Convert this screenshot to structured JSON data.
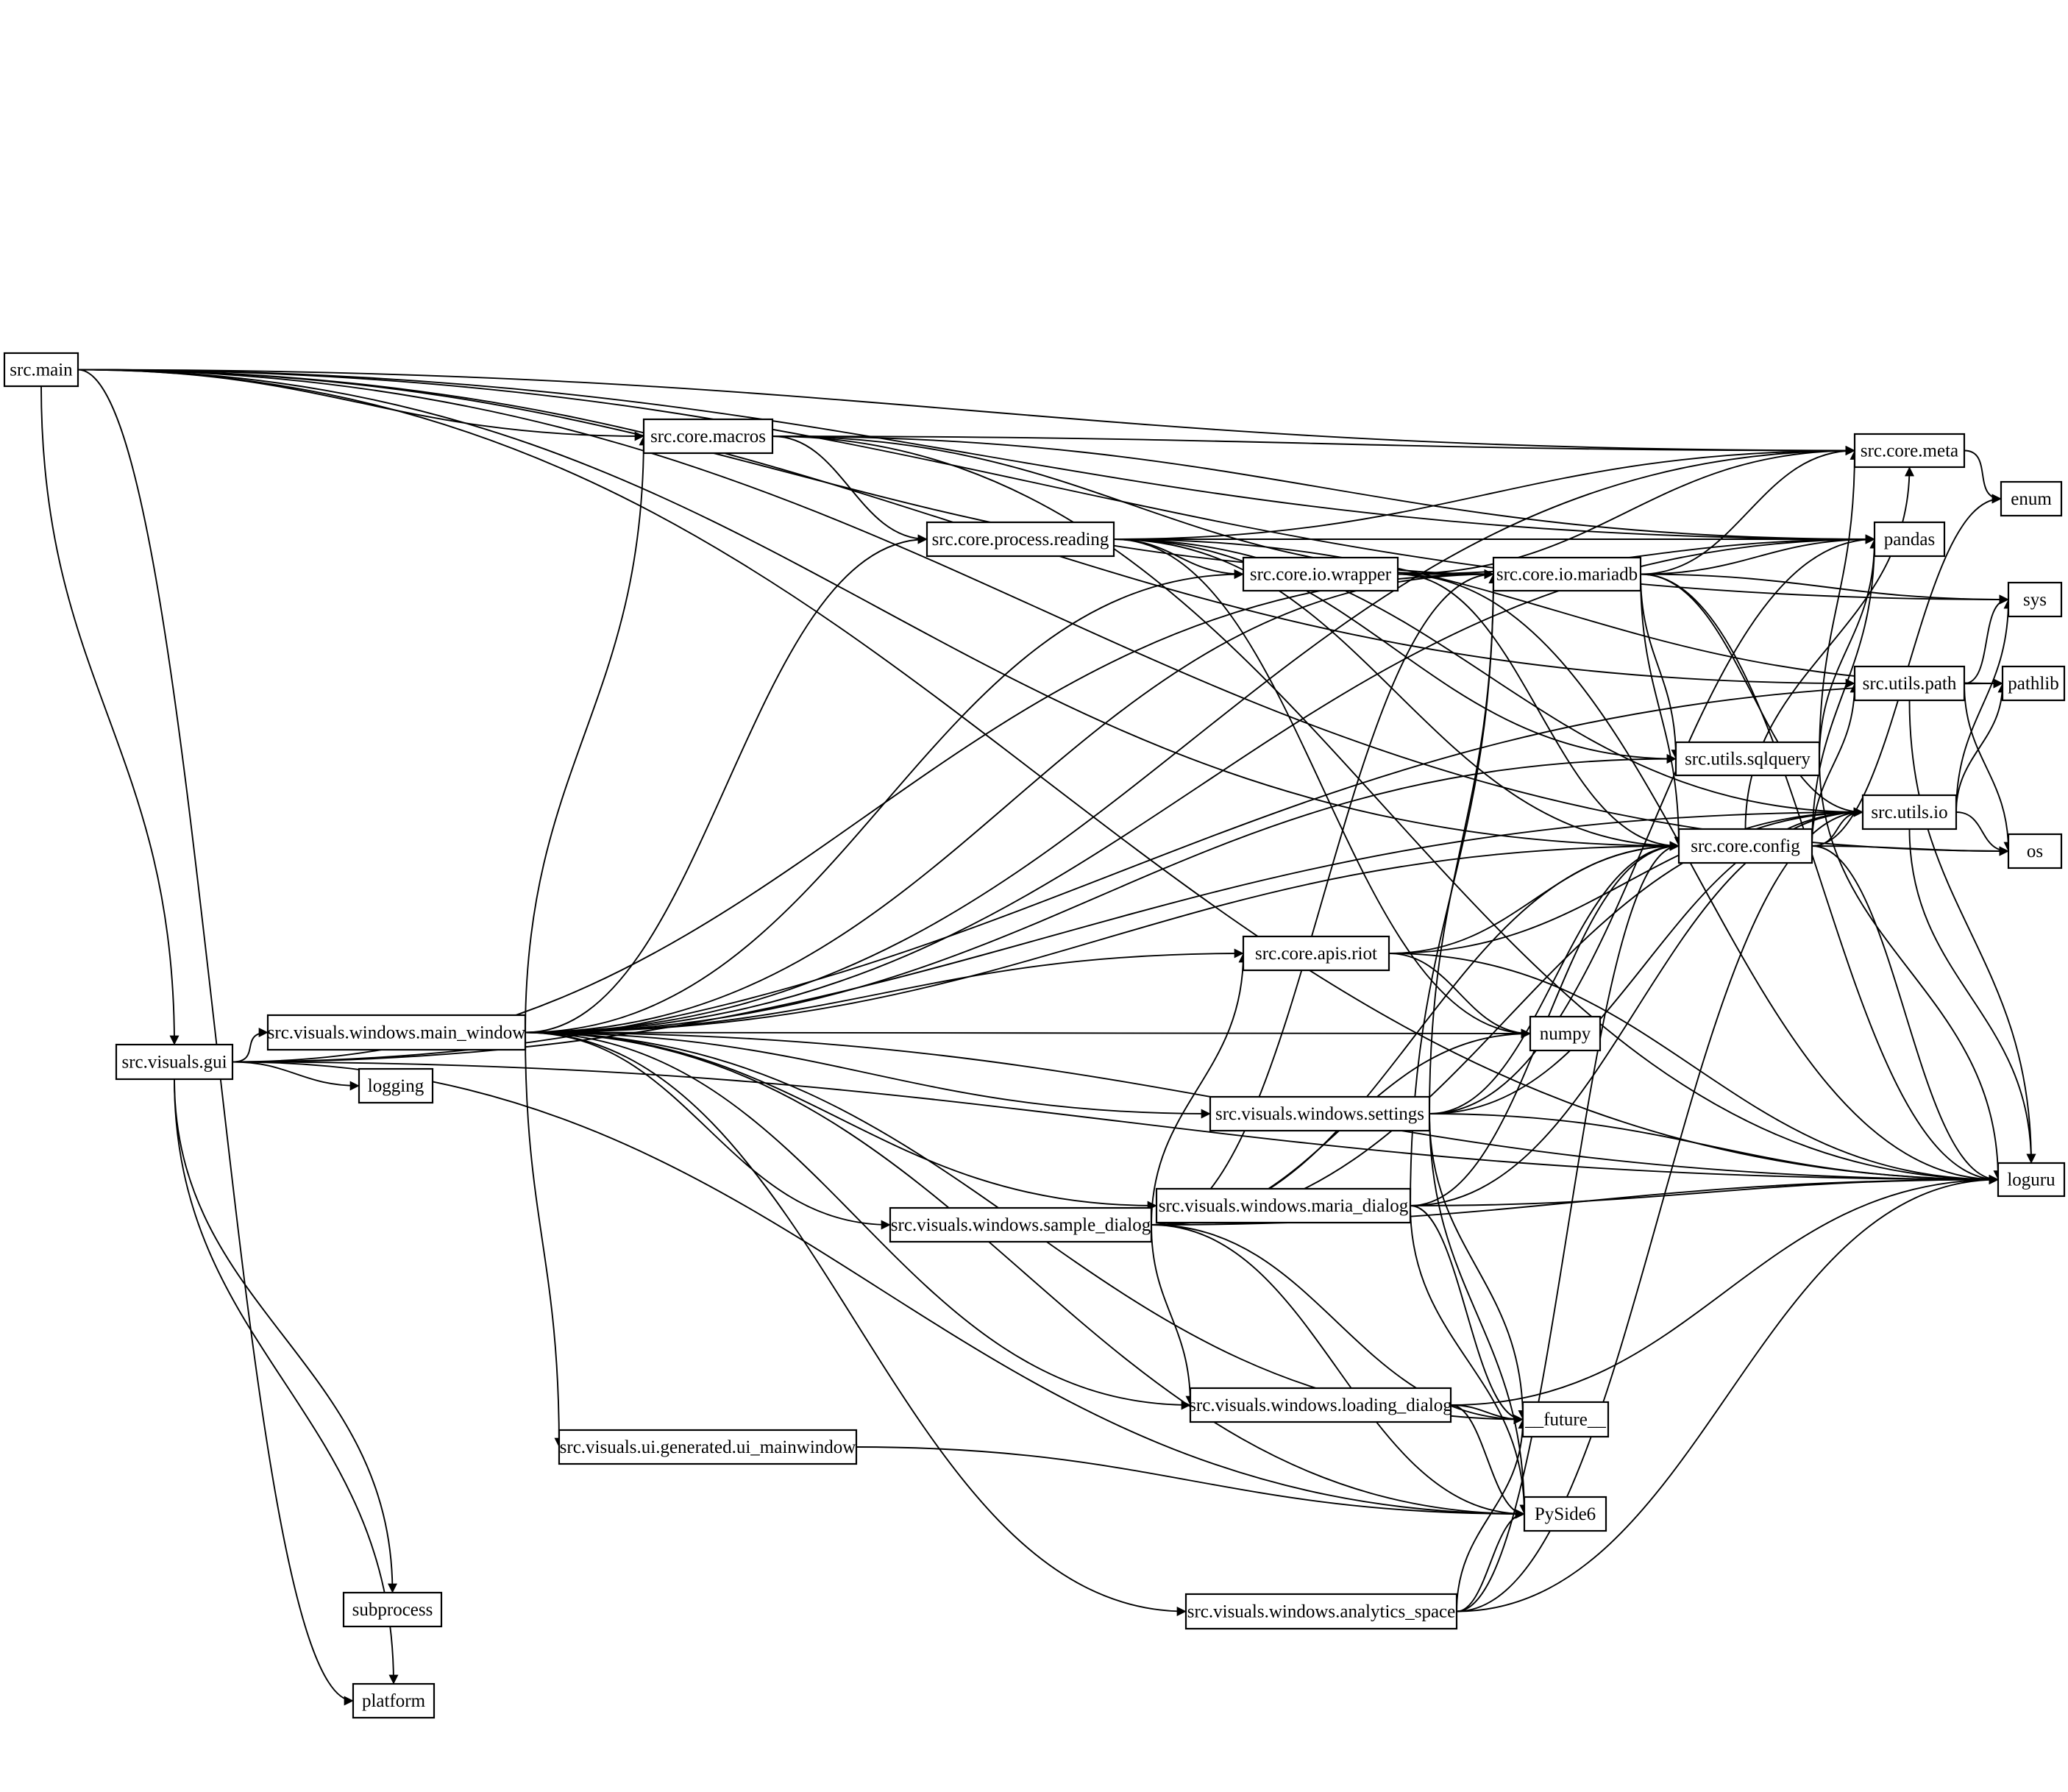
{
  "nodes": [
    {
      "id": "main",
      "label": "src.main"
    },
    {
      "id": "gui",
      "label": "src.visuals.gui"
    },
    {
      "id": "macros",
      "label": "src.core.macros"
    },
    {
      "id": "reading",
      "label": "src.core.process.reading"
    },
    {
      "id": "mainwin",
      "label": "src.visuals.windows.main_window"
    },
    {
      "id": "wrapper",
      "label": "src.core.io.wrapper"
    },
    {
      "id": "mariadb",
      "label": "src.core.io.mariadb"
    },
    {
      "id": "riot",
      "label": "src.core.apis.riot"
    },
    {
      "id": "settings",
      "label": "src.visuals.windows.settings"
    },
    {
      "id": "maria",
      "label": "src.visuals.windows.maria_dialog"
    },
    {
      "id": "sample",
      "label": "src.visuals.windows.sample_dialog"
    },
    {
      "id": "loading",
      "label": "src.visuals.windows.loading_dialog"
    },
    {
      "id": "uimain",
      "label": "src.visuals.ui.generated.ui_mainwindow"
    },
    {
      "id": "analytics",
      "label": "src.visuals.windows.analytics_space"
    },
    {
      "id": "sqlquery",
      "label": "src.utils.sqlquery"
    },
    {
      "id": "config",
      "label": "src.core.config"
    },
    {
      "id": "meta",
      "label": "src.core.meta"
    },
    {
      "id": "pandas",
      "label": "pandas"
    },
    {
      "id": "upath",
      "label": "src.utils.path"
    },
    {
      "id": "uio",
      "label": "src.utils.io"
    },
    {
      "id": "enum",
      "label": "enum"
    },
    {
      "id": "sys",
      "label": "sys"
    },
    {
      "id": "pathlib",
      "label": "pathlib"
    },
    {
      "id": "os",
      "label": "os"
    },
    {
      "id": "loguru",
      "label": "loguru"
    },
    {
      "id": "numpy",
      "label": "numpy"
    },
    {
      "id": "future",
      "label": "__future__"
    },
    {
      "id": "pyside",
      "label": "PySide6"
    },
    {
      "id": "logging",
      "label": "logging"
    },
    {
      "id": "subprocess",
      "label": "subprocess"
    },
    {
      "id": "platform",
      "label": "platform"
    }
  ],
  "edges": [
    {
      "from": "main",
      "to": "macros"
    },
    {
      "from": "main",
      "to": "gui"
    },
    {
      "from": "main",
      "to": "meta"
    },
    {
      "from": "main",
      "to": "pandas"
    },
    {
      "from": "main",
      "to": "sys"
    },
    {
      "from": "main",
      "to": "mariadb"
    },
    {
      "from": "main",
      "to": "upath"
    },
    {
      "from": "main",
      "to": "config"
    },
    {
      "from": "main",
      "to": "loguru"
    },
    {
      "from": "main",
      "to": "platform"
    },
    {
      "from": "main",
      "to": "os"
    },
    {
      "from": "gui",
      "to": "mainwin"
    },
    {
      "from": "gui",
      "to": "logging"
    },
    {
      "from": "gui",
      "to": "subprocess"
    },
    {
      "from": "gui",
      "to": "platform"
    },
    {
      "from": "gui",
      "to": "pyside"
    },
    {
      "from": "gui",
      "to": "uio"
    },
    {
      "from": "gui",
      "to": "mariadb"
    },
    {
      "from": "gui",
      "to": "loguru"
    },
    {
      "from": "gui",
      "to": "pathlib"
    },
    {
      "from": "macros",
      "to": "reading"
    },
    {
      "from": "macros",
      "to": "mariadb"
    },
    {
      "from": "macros",
      "to": "pandas"
    },
    {
      "from": "macros",
      "to": "meta"
    },
    {
      "from": "macros",
      "to": "loguru"
    },
    {
      "from": "reading",
      "to": "wrapper"
    },
    {
      "from": "reading",
      "to": "config"
    },
    {
      "from": "reading",
      "to": "meta"
    },
    {
      "from": "reading",
      "to": "pandas"
    },
    {
      "from": "reading",
      "to": "numpy"
    },
    {
      "from": "reading",
      "to": "uio"
    },
    {
      "from": "reading",
      "to": "sqlquery"
    },
    {
      "from": "reading",
      "to": "pathlib"
    },
    {
      "from": "mainwin",
      "to": "macros"
    },
    {
      "from": "mainwin",
      "to": "reading"
    },
    {
      "from": "mainwin",
      "to": "wrapper"
    },
    {
      "from": "mainwin",
      "to": "mariadb"
    },
    {
      "from": "mainwin",
      "to": "sqlquery"
    },
    {
      "from": "mainwin",
      "to": "config"
    },
    {
      "from": "mainwin",
      "to": "riot"
    },
    {
      "from": "mainwin",
      "to": "numpy"
    },
    {
      "from": "mainwin",
      "to": "settings"
    },
    {
      "from": "mainwin",
      "to": "maria"
    },
    {
      "from": "mainwin",
      "to": "sample"
    },
    {
      "from": "mainwin",
      "to": "loading"
    },
    {
      "from": "mainwin",
      "to": "uimain"
    },
    {
      "from": "mainwin",
      "to": "analytics"
    },
    {
      "from": "mainwin",
      "to": "pyside"
    },
    {
      "from": "mainwin",
      "to": "future"
    },
    {
      "from": "mainwin",
      "to": "loguru"
    },
    {
      "from": "mainwin",
      "to": "meta"
    },
    {
      "from": "mainwin",
      "to": "pandas"
    },
    {
      "from": "wrapper",
      "to": "mariadb"
    },
    {
      "from": "wrapper",
      "to": "pandas"
    },
    {
      "from": "wrapper",
      "to": "config"
    },
    {
      "from": "wrapper",
      "to": "meta"
    },
    {
      "from": "wrapper",
      "to": "loguru"
    },
    {
      "from": "mariadb",
      "to": "config"
    },
    {
      "from": "mariadb",
      "to": "sqlquery"
    },
    {
      "from": "mariadb",
      "to": "meta"
    },
    {
      "from": "mariadb",
      "to": "pandas"
    },
    {
      "from": "mariadb",
      "to": "sys"
    },
    {
      "from": "mariadb",
      "to": "uio"
    },
    {
      "from": "mariadb",
      "to": "loguru"
    },
    {
      "from": "riot",
      "to": "config"
    },
    {
      "from": "riot",
      "to": "uio"
    },
    {
      "from": "riot",
      "to": "numpy"
    },
    {
      "from": "riot",
      "to": "loguru"
    },
    {
      "from": "settings",
      "to": "mariadb"
    },
    {
      "from": "settings",
      "to": "config"
    },
    {
      "from": "settings",
      "to": "uio"
    },
    {
      "from": "settings",
      "to": "loguru"
    },
    {
      "from": "settings",
      "to": "future"
    },
    {
      "from": "settings",
      "to": "pyside"
    },
    {
      "from": "settings",
      "to": "pandas"
    },
    {
      "from": "maria",
      "to": "mariadb"
    },
    {
      "from": "maria",
      "to": "config"
    },
    {
      "from": "maria",
      "to": "uio"
    },
    {
      "from": "maria",
      "to": "loguru"
    },
    {
      "from": "maria",
      "to": "future"
    },
    {
      "from": "maria",
      "to": "pyside"
    },
    {
      "from": "sample",
      "to": "riot"
    },
    {
      "from": "sample",
      "to": "mariadb"
    },
    {
      "from": "sample",
      "to": "numpy"
    },
    {
      "from": "sample",
      "to": "config"
    },
    {
      "from": "sample",
      "to": "uio"
    },
    {
      "from": "sample",
      "to": "loguru"
    },
    {
      "from": "sample",
      "to": "loading"
    },
    {
      "from": "sample",
      "to": "future"
    },
    {
      "from": "sample",
      "to": "pyside"
    },
    {
      "from": "loading",
      "to": "future"
    },
    {
      "from": "loading",
      "to": "pyside"
    },
    {
      "from": "loading",
      "to": "loguru"
    },
    {
      "from": "uimain",
      "to": "pyside"
    },
    {
      "from": "analytics",
      "to": "pyside"
    },
    {
      "from": "analytics",
      "to": "future"
    },
    {
      "from": "analytics",
      "to": "config"
    },
    {
      "from": "analytics",
      "to": "uio"
    },
    {
      "from": "analytics",
      "to": "loguru"
    },
    {
      "from": "sqlquery",
      "to": "meta"
    },
    {
      "from": "sqlquery",
      "to": "pandas"
    },
    {
      "from": "sqlquery",
      "to": "loguru"
    },
    {
      "from": "config",
      "to": "upath"
    },
    {
      "from": "config",
      "to": "uio"
    },
    {
      "from": "config",
      "to": "meta"
    },
    {
      "from": "config",
      "to": "enum"
    },
    {
      "from": "config",
      "to": "os"
    },
    {
      "from": "config",
      "to": "loguru"
    },
    {
      "from": "config",
      "to": "pandas"
    },
    {
      "from": "meta",
      "to": "enum"
    },
    {
      "from": "upath",
      "to": "sys"
    },
    {
      "from": "upath",
      "to": "pathlib"
    },
    {
      "from": "upath",
      "to": "os"
    },
    {
      "from": "upath",
      "to": "loguru"
    },
    {
      "from": "uio",
      "to": "os"
    },
    {
      "from": "uio",
      "to": "pathlib"
    },
    {
      "from": "uio",
      "to": "sys"
    },
    {
      "from": "uio",
      "to": "loguru"
    }
  ]
}
